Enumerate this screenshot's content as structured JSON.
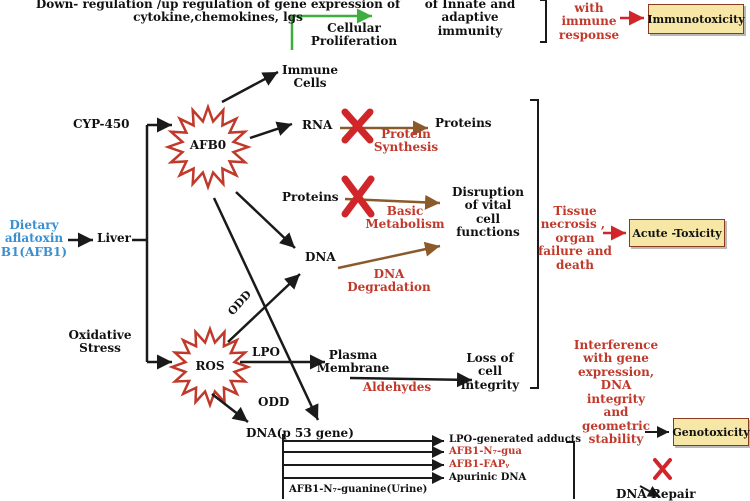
{
  "top": {
    "regulation": "Down- regulation /up regulation of gene expression of\ncytokine,chemokines, lgs",
    "cellular_proliferation": "Cellular\nProliferation",
    "innate": "of Innate and\nadaptive\nimmunity",
    "immune_response": "with\nimmune\nresponse"
  },
  "boxes": {
    "immunotoxicity": "Immunotoxicity",
    "acute_toxicity": "Acute -Toxicity",
    "genotoxicity": "Genotoxicity"
  },
  "left": {
    "dietary": "Dietary\naflatoxin\nB1(AFB1)",
    "liver": "Liver",
    "cyp": "CYP-450",
    "oxidative": "Oxidative\nStress"
  },
  "stars": {
    "afb0": "AFB0",
    "ros": "ROS"
  },
  "middle": {
    "immune_cells": "Immune\nCells",
    "rna": "RNA",
    "proteins_out": "Proteins",
    "protein_synthesis": "Protein\nSynthesis",
    "proteins_in": "Proteins",
    "basic_metabolism": "Basic\nMetabolism",
    "disruption": "Disruption\nof vital\ncell\nfunctions",
    "dna": "DNA",
    "dna_degradation": "DNA\nDegradation",
    "odd1": "ODD",
    "lpo": "LPO",
    "plasma_membrane": "Plasma\nMembrane",
    "aldehydes": "Aldehydes",
    "loss_integrity": "Loss of\ncell\nintegrity",
    "odd2": "ODD",
    "dna_p53": "DNA(p 53 gene)"
  },
  "right": {
    "tissue_necrosis": "Tissue\nnecrosis , \norgan\nfailure and\ndeath",
    "interference": "Interference\nwith gene\nexpression,\nDNA\nintegrity\nand\ngeometric\nstability",
    "dna_repair": "DNA Repair"
  },
  "adducts": {
    "lpo_adducts": "LPO-generated adducts",
    "afb1_n7_gua": "AFB1-N₇-gua",
    "afb1_fapy": "AFB1-FAPᵧ",
    "apurinic": "Apurinic DNA",
    "urine": "AFB1-N₇-guanine(Urine)"
  },
  "colors": {
    "arrow": "#1a1a1a",
    "brown_arrow": "#8b5a2b",
    "green_arrow": "#3fae3f",
    "red_text": "#c0392b",
    "blue_text": "#3a8fd0",
    "box_fill": "#f7e7a6",
    "star_stroke": "#c0392b",
    "cross": "#d0262a"
  }
}
